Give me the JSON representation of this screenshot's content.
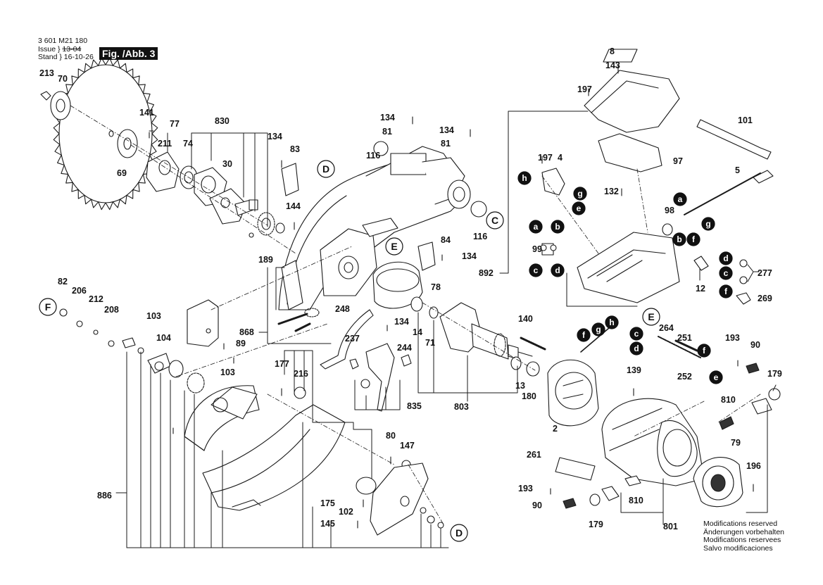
{
  "header": {
    "doc_number": "3 601 M21 180",
    "issue_label": "Issue",
    "stand_label": "Stand",
    "issue_old": "13-04",
    "issue_new": "16-10-26",
    "figure": "Fig. /Abb. 3"
  },
  "footer": {
    "lines": [
      "Modifications reserved",
      "Änderungen vorbehalten",
      "Modifications reservees",
      "Salvo modificaciones"
    ]
  },
  "part_labels": [
    "8",
    "143",
    "197",
    "101",
    "97",
    "197",
    "4",
    "5",
    "132",
    "98",
    "99",
    "892",
    "12",
    "277",
    "269",
    "264",
    "251",
    "252",
    "140",
    "193",
    "90",
    "179",
    "139",
    "810",
    "261",
    "79",
    "196",
    "193",
    "90",
    "810",
    "179",
    "801",
    "2",
    "180",
    "13",
    "803",
    "71",
    "14",
    "248",
    "134",
    "237",
    "244",
    "835",
    "78",
    "84",
    "134",
    "116",
    "116",
    "134",
    "81",
    "134",
    "81",
    "83",
    "134",
    "144",
    "189",
    "868",
    "89",
    "103",
    "104",
    "103",
    "82",
    "206",
    "212",
    "208",
    "177",
    "216",
    "80",
    "147",
    "175",
    "102",
    "145",
    "886",
    "213",
    "70",
    "141",
    "77",
    "211",
    "74",
    "30",
    "69",
    "830"
  ],
  "callout_letters": [
    "a",
    "b",
    "c",
    "d",
    "e",
    "f",
    "g",
    "h",
    "C",
    "D",
    "E",
    "F"
  ]
}
